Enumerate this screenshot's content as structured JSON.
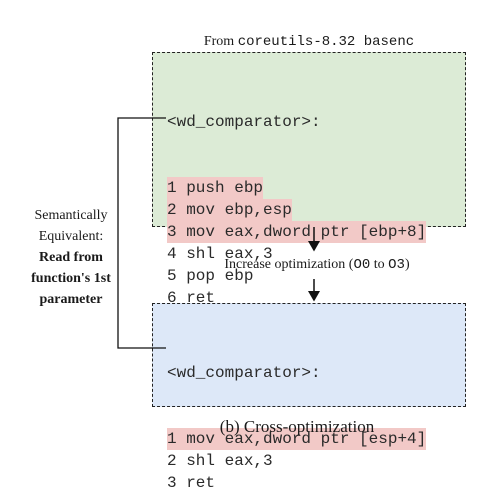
{
  "top_caption": {
    "prefix": "From ",
    "code": "coreutils-8.32 basenc"
  },
  "top_box": {
    "header": "<wd_comparator>:",
    "lines": [
      {
        "text": "1 push ebp",
        "highlight": true
      },
      {
        "text": "2 mov ebp,esp",
        "highlight": true
      },
      {
        "text": "3 mov eax,dword ptr [ebp+8]",
        "highlight": true
      },
      {
        "text": "4 shl eax,3",
        "highlight": false
      },
      {
        "text": "5 pop ebp",
        "highlight": false
      },
      {
        "text": "6 ret",
        "highlight": false
      }
    ]
  },
  "optimization_label": {
    "prefix": "Increase optimization (",
    "from": "O0",
    "mid": " to ",
    "to": "O3",
    "suffix": ")"
  },
  "bottom_box": {
    "header": "<wd_comparator>:",
    "lines": [
      {
        "text": "1 mov eax,dword ptr [esp+4]",
        "highlight": true
      },
      {
        "text": "2 shl eax,3",
        "highlight": false
      },
      {
        "text": "3 ret",
        "highlight": false
      }
    ]
  },
  "side_label": {
    "line1": "Semantically",
    "line2": "Equivalent:",
    "bold1": "Read from",
    "bold2": "function's 1st",
    "bold3": "parameter"
  },
  "figure_caption": "(b) Cross-optimization",
  "colors": {
    "top_bg": "#dcebd6",
    "bottom_bg": "#dde8f8",
    "highlight": "#f2c9c7"
  }
}
